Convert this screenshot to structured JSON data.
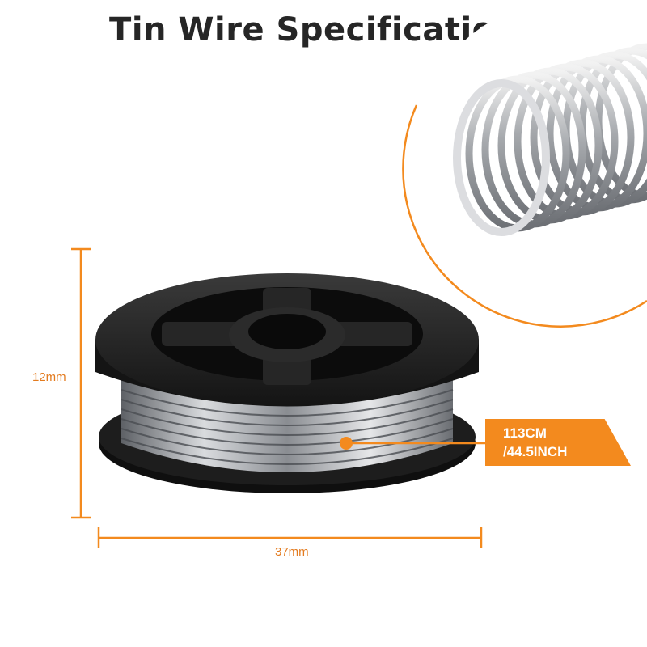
{
  "title": "Tin Wire Specifications",
  "dimensions": {
    "height_label": "12mm",
    "width_label": "37mm",
    "length_line1": "113CM",
    "length_line2": "/44.5INCH"
  },
  "colors": {
    "accent": "#f38a1e",
    "title": "#262626",
    "spool": "#1c1c1c",
    "wire": "#b9bcc0"
  },
  "icons": {
    "inset": "coiled-wire-closeup",
    "product": "solder-wire-spool"
  }
}
